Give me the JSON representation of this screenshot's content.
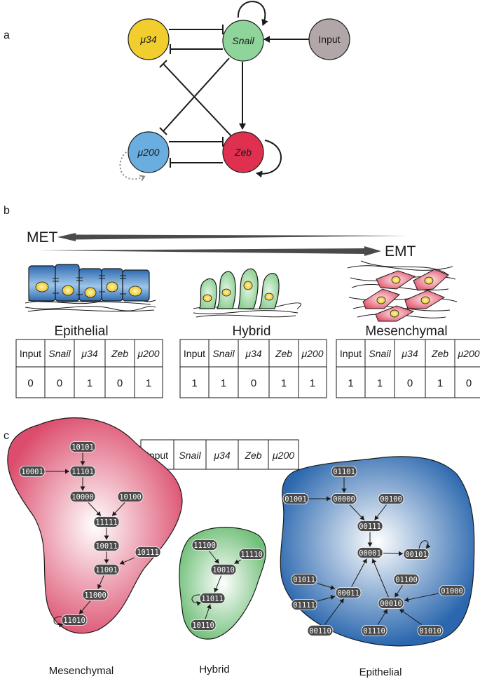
{
  "panel_labels": {
    "a": "a",
    "b": "b",
    "c": "c"
  },
  "panel_a": {
    "nodes": {
      "mu34": {
        "label": "μ34",
        "color": "#f2cd2e"
      },
      "snail": {
        "label": "Snail",
        "color": "#8fd49a"
      },
      "input": {
        "label": "Input",
        "color": "#b1a6a8"
      },
      "mu200": {
        "label": "μ200",
        "color": "#6aaee0"
      },
      "zeb": {
        "label": "Zeb",
        "color": "#e0304f"
      }
    }
  },
  "panel_b": {
    "arrow_met": "MET",
    "arrow_emt": "EMT",
    "phenotypes": [
      {
        "name": "Epithelial",
        "values": [
          "0",
          "0",
          "1",
          "0",
          "1"
        ]
      },
      {
        "name": "Hybrid",
        "values": [
          "1",
          "1",
          "0",
          "1",
          "1"
        ]
      },
      {
        "name": "Mesenchymal",
        "values": [
          "1",
          "1",
          "0",
          "1",
          "0"
        ]
      }
    ],
    "headers": [
      "Input",
      "Snail",
      "μ34",
      "Zeb",
      "μ200"
    ]
  },
  "panel_c": {
    "legend_headers": [
      "Input",
      "Snail",
      "μ34",
      "Zeb",
      "μ200"
    ],
    "basins": {
      "mesenchymal": {
        "label": "Mesenchymal",
        "color": "#e0506f",
        "states": [
          "10101",
          "10001",
          "11101",
          "10000",
          "10100",
          "11111",
          "10011",
          "10111",
          "11001",
          "11000",
          "11010"
        ]
      },
      "hybrid": {
        "label": "Hybrid",
        "color": "#7cc481",
        "states": [
          "11100",
          "11110",
          "10010",
          "11011",
          "10110"
        ]
      },
      "epithelial": {
        "label": "Epithelial",
        "color": "#2f6fb5",
        "states": [
          "01101",
          "01001",
          "00000",
          "00100",
          "00111",
          "00001",
          "00101",
          "01011",
          "01100",
          "01000",
          "00011",
          "00010",
          "01111",
          "00110",
          "01110",
          "01010"
        ]
      }
    }
  }
}
